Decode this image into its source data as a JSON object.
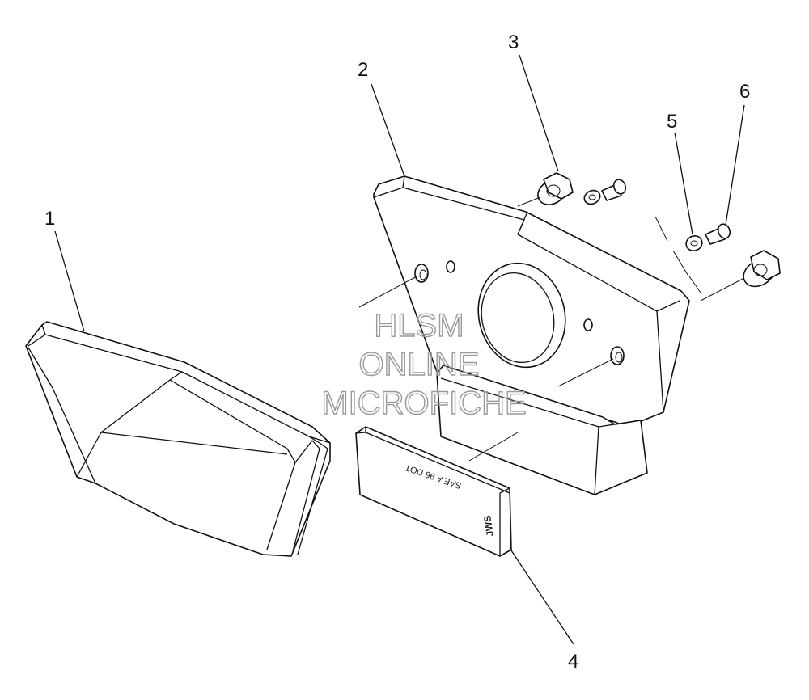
{
  "callouts": {
    "c1": "1",
    "c2": "2",
    "c3": "3",
    "c4": "4",
    "c5": "5",
    "c6": "6"
  },
  "watermark": {
    "line1": "HLSM",
    "line2": "ONLINE",
    "line3": "MICROFICHE"
  },
  "lens_text": {
    "line1": "SAE A 96 DOT",
    "brand": "JWS"
  },
  "colors": {
    "line": "#111111",
    "background": "#ffffff",
    "watermark": "#9a9a9a"
  }
}
